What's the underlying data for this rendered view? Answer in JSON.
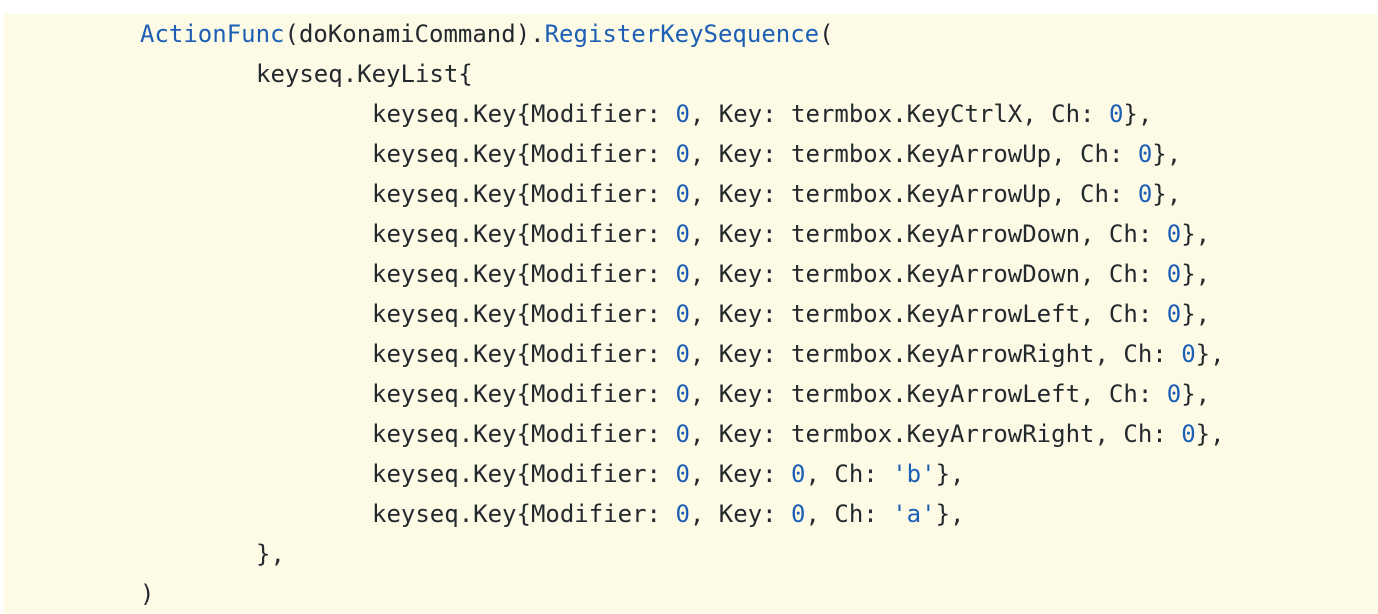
{
  "code": {
    "line1": {
      "fn_action": "ActionFunc",
      "arg": "(doKonamiCommand).",
      "fn_register": "RegisterKeySequence",
      "paren_open": "("
    },
    "line2": "keyseq.KeyList{",
    "key_entry_prefix": "keyseq.Key{Modifier: ",
    "modifier_value": "0",
    "key_label": ", Key: ",
    "ch_label": ", Ch: ",
    "ch_value": "0",
    "entry_suffix": "},",
    "key_entries": [
      {
        "key": "termbox.KeyCtrlX"
      },
      {
        "key": "termbox.KeyArrowUp"
      },
      {
        "key": "termbox.KeyArrowUp"
      },
      {
        "key": "termbox.KeyArrowDown"
      },
      {
        "key": "termbox.KeyArrowDown"
      },
      {
        "key": "termbox.KeyArrowLeft"
      },
      {
        "key": "termbox.KeyArrowRight"
      },
      {
        "key": "termbox.KeyArrowLeft"
      },
      {
        "key": "termbox.KeyArrowRight"
      }
    ],
    "char_entries": [
      {
        "key": "0",
        "ch": "'b'"
      },
      {
        "key": "0",
        "ch": "'a'"
      }
    ],
    "line_close_list": "},",
    "line_close_call": ")"
  },
  "colors": {
    "background": "#fdfbe6",
    "text": "#24292e",
    "highlight_blue": "#1d5fb5"
  }
}
